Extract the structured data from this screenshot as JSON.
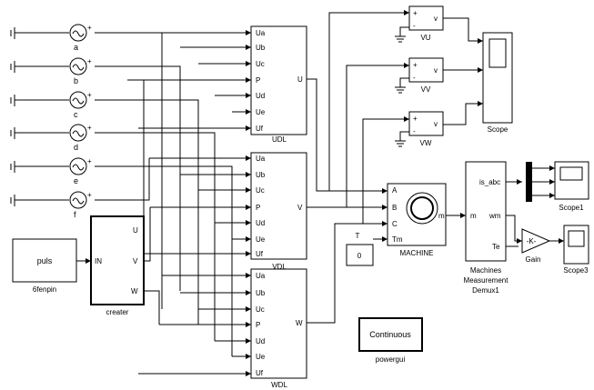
{
  "sources": [
    {
      "label": "a"
    },
    {
      "label": "b"
    },
    {
      "label": "c"
    },
    {
      "label": "d"
    },
    {
      "label": "e"
    },
    {
      "label": "f"
    }
  ],
  "source_plus": "+",
  "puls": {
    "text": "puls",
    "caption": "6fenpin",
    "port": "IN"
  },
  "creater": {
    "caption": "creater",
    "ports": [
      "U",
      "V",
      "W"
    ]
  },
  "udl": {
    "caption": "UDL",
    "inputs": [
      "Ua",
      "Ub",
      "Uc",
      "P",
      "Ud",
      "Ue",
      "Uf"
    ],
    "output": "U"
  },
  "vdl": {
    "caption": "VDL",
    "inputs": [
      "Ua",
      "Ub",
      "Uc",
      "P",
      "Ud",
      "Ue",
      "Uf"
    ],
    "output": "V"
  },
  "wdl": {
    "caption": "WDL",
    "inputs": [
      "Ua",
      "Ub",
      "Uc",
      "P",
      "Ud",
      "Ue",
      "Uf"
    ],
    "output": "W"
  },
  "voltmeters": [
    {
      "caption": "VU",
      "plus": "+",
      "minus": "-",
      "out": "v"
    },
    {
      "caption": "VV",
      "plus": "+",
      "minus": "-",
      "out": "v"
    },
    {
      "caption": "VW",
      "plus": "+",
      "minus": "-",
      "out": "v"
    }
  ],
  "scope_main": {
    "caption": "Scope"
  },
  "machine": {
    "caption": "MACHINE",
    "ports": [
      "A",
      "B",
      "C",
      "Tm"
    ],
    "out": "m"
  },
  "const_T": {
    "name": "T",
    "value": "0"
  },
  "measure": {
    "caption_lines": [
      "Machines",
      "Measurement",
      "Demux1"
    ],
    "in": "m",
    "outs": [
      "is_abc",
      "wm",
      "Te"
    ]
  },
  "scope1": {
    "caption": "Scope1"
  },
  "gain": {
    "label": "-K-",
    "caption": "Gain"
  },
  "scope3": {
    "caption": "Scope3"
  },
  "powergui": {
    "text": "Continuous",
    "caption": "powergui"
  }
}
